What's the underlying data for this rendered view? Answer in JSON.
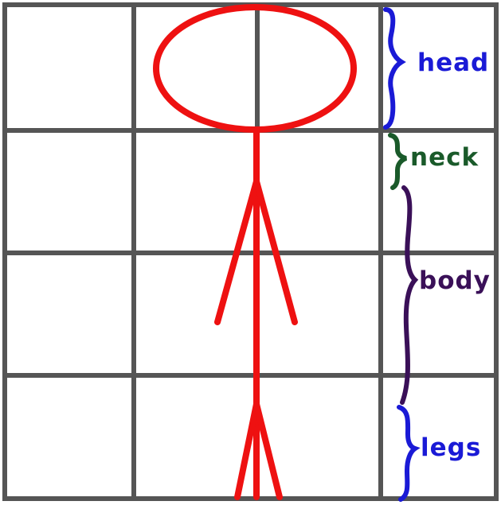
{
  "labels": {
    "head": "head",
    "neck": "neck",
    "body": "body",
    "legs": "legs"
  },
  "colors": {
    "grid": "#555555",
    "figure": "#ee1111",
    "head_label": "#1a1ad6",
    "neck_label": "#1a5a2a",
    "body_label": "#3a1058",
    "legs_label": "#1a1ad6"
  }
}
